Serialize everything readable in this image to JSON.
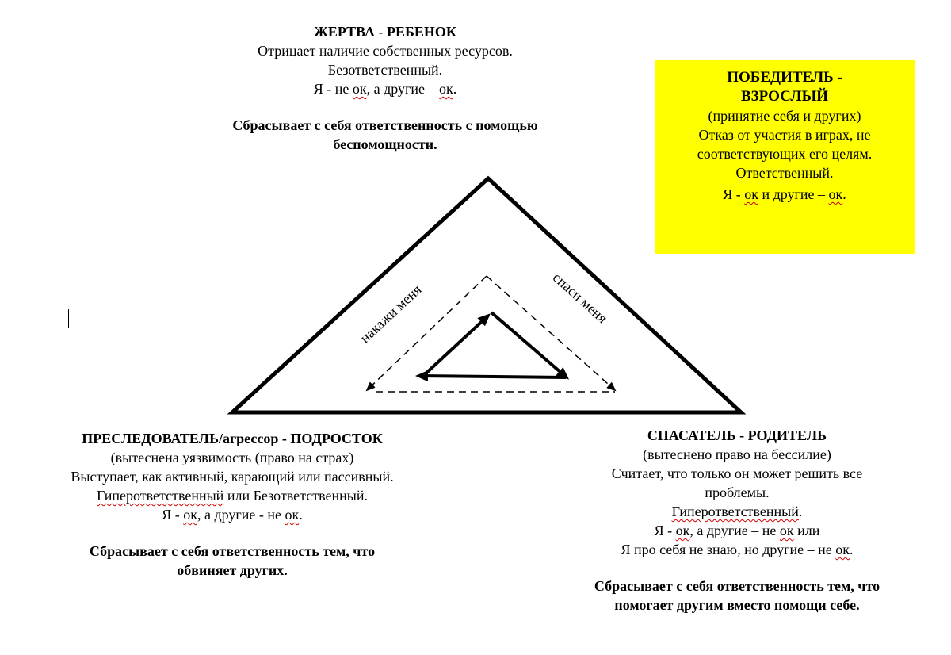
{
  "victim": {
    "title": "ЖЕРТВА - РЕБЕНОК",
    "line1": "Отрицает наличие собственных ресурсов.",
    "line2": "Безответственный.",
    "line3_a": "Я - не ",
    "ok1": "ок",
    "line3_b": ", а другие – ",
    "ok2": "ок",
    "line3_c": ".",
    "bold1": "Сбрасывает с себя ответственность с помощью",
    "bold2": "беспомощности."
  },
  "winner": {
    "title1": "ПОБЕДИТЕЛЬ -",
    "title2": "ВЗРОСЛЫЙ",
    "line1": "(принятие себя и других)",
    "line2": "Отказ от участия в играх, не",
    "line3": "соответствующих его целям.",
    "line4": "Ответственный.",
    "line5_a": "Я - ",
    "ok1": "ок",
    "line5_b": " и другие – ",
    "ok2": "ок",
    "line5_c": "."
  },
  "pursuer": {
    "title": "ПРЕСЛЕДОВАТЕЛЬ/агрессор - ПОДРОСТОК",
    "line1": "(вытеснена уязвимость (право на страх)",
    "line2": "Выступает, как активный, карающий или пассивный.",
    "line3_a": "Гиперответственный",
    "line3_b": " или Безответственный.",
    "line4_a": "Я - ",
    "ok1": "ок",
    "line4_b": ", а другие - не ",
    "ok2": "ок",
    "line4_c": ".",
    "bold1": "Сбрасывает с себя ответственность тем, что",
    "bold2": "обвиняет других."
  },
  "rescuer": {
    "title": "СПАСАТЕЛЬ - РОДИТЕЛЬ",
    "line1": "(вытеснено право на бессилие)",
    "line2": "Считает, что только он может решить все",
    "line3": "проблемы.",
    "line4": "Гиперответственный",
    "line4_end": ".",
    "line5_a": "Я - ",
    "ok1": "ок",
    "line5_b": ", а другие – не ",
    "ok2": "ок",
    "line5_c": " или",
    "line6_a": "Я про себя не знаю, но другие – не ",
    "ok3": "ок",
    "line6_b": ".",
    "bold1": "Сбрасывает с себя ответственность тем, что",
    "bold2": "помогает другим вместо помощи себе."
  },
  "diagram": {
    "left_label": "накажи меня",
    "right_label": "спаси меня"
  }
}
